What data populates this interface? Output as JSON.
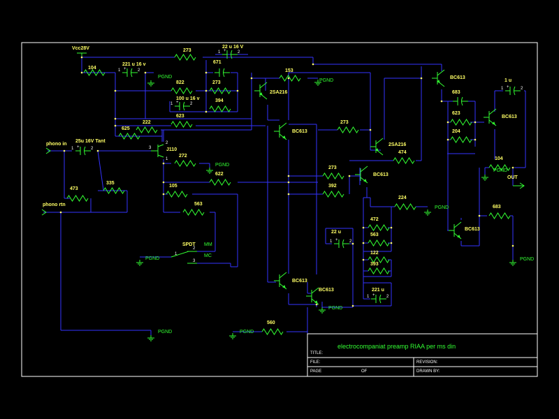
{
  "title_block": {
    "title_label": "TITLE:",
    "title": "electrocompaniat preamp RIAA per ms din",
    "file_label": "FILE:",
    "revision_label": "REVISION:",
    "page_label": "PAGE",
    "of_label": "OF",
    "drawn_by_label": "DRAWN BY:"
  },
  "ports": {
    "vcc": "Vcc28V",
    "phono_in": "phono in",
    "phono_rtn": "phono rtn",
    "out": "OUT"
  },
  "switch": {
    "name": "SPDT",
    "position_mm": "MM",
    "position_mc": "MC",
    "pin1": "1",
    "pin2": "2",
    "pin3": "3"
  },
  "ground_label": "PGND",
  "resistors": [
    {
      "id": "r273a",
      "value": "273"
    },
    {
      "id": "r104a",
      "value": "104"
    },
    {
      "id": "r822",
      "value": "822"
    },
    {
      "id": "r623a",
      "value": "623"
    },
    {
      "id": "r222",
      "value": "222"
    },
    {
      "id": "r625",
      "value": "625"
    },
    {
      "id": "r273b",
      "value": "273"
    },
    {
      "id": "r394",
      "value": "394"
    },
    {
      "id": "r153",
      "value": "153"
    },
    {
      "id": "r272",
      "value": "272"
    },
    {
      "id": "r622",
      "value": "622"
    },
    {
      "id": "r105",
      "value": "105"
    },
    {
      "id": "r563a",
      "value": "563"
    },
    {
      "id": "r473a",
      "value": "473"
    },
    {
      "id": "r335",
      "value": "335"
    },
    {
      "id": "r273c",
      "value": "273"
    },
    {
      "id": "r273d",
      "value": "273"
    },
    {
      "id": "r392",
      "value": "392"
    },
    {
      "id": "r474",
      "value": "474"
    },
    {
      "id": "r224",
      "value": "224"
    },
    {
      "id": "r472",
      "value": "472"
    },
    {
      "id": "r563b",
      "value": "563"
    },
    {
      "id": "r122",
      "value": "122"
    },
    {
      "id": "r393",
      "value": "393"
    },
    {
      "id": "r560",
      "value": "560"
    },
    {
      "id": "r623b",
      "value": "623"
    },
    {
      "id": "r204",
      "value": "204"
    },
    {
      "id": "r104b",
      "value": "104"
    },
    {
      "id": "r683b",
      "value": "683"
    }
  ],
  "capacitors": [
    {
      "id": "c221a",
      "value": "221 u 16 v",
      "plus": "+",
      "pin1": "1",
      "pin2": "2"
    },
    {
      "id": "c22a",
      "value": "22 u 16 V",
      "plus": "+",
      "pin1": "1",
      "pin2": "2"
    },
    {
      "id": "c671",
      "value": "671"
    },
    {
      "id": "c100",
      "value": "100 u 16 v",
      "plus": "+",
      "pin1": "1",
      "pin2": "2"
    },
    {
      "id": "c25",
      "value": "25u 16V Tant",
      "plus": "+",
      "pin1": "1",
      "pin2": "2"
    },
    {
      "id": "c22b",
      "value": "22 u",
      "plus": "+",
      "pin1": "1",
      "pin2": "2"
    },
    {
      "id": "c221b",
      "value": "221 u",
      "plus": "+",
      "pin1": "1",
      "pin2": "2"
    },
    {
      "id": "c683a",
      "value": "683"
    },
    {
      "id": "c1u",
      "value": "1 u",
      "plus": "+",
      "pin1": "1",
      "pin2": "2"
    }
  ],
  "transistors": [
    {
      "id": "q2sa216a",
      "type": "2SA216"
    },
    {
      "id": "qbc613a",
      "type": "BC613"
    },
    {
      "id": "q2sa216b",
      "type": "2SA216"
    },
    {
      "id": "qbc613b",
      "type": "BC613"
    },
    {
      "id": "qbc613c",
      "type": "BC613"
    },
    {
      "id": "qbc613d",
      "type": "BC613"
    },
    {
      "id": "qbc613e",
      "type": "BC613"
    },
    {
      "id": "qbc613f",
      "type": "BC613"
    },
    {
      "id": "qbc613g",
      "type": "BC613"
    }
  ],
  "jfet": {
    "type": "J110",
    "pin1": "1",
    "pin2": "2",
    "pin3": "3"
  },
  "colors": {
    "background": "#000000",
    "wire": "#3333ff",
    "component": "#33ff33",
    "label": "#ffff66",
    "border": "#ffffff",
    "junction": "#ffff66"
  }
}
